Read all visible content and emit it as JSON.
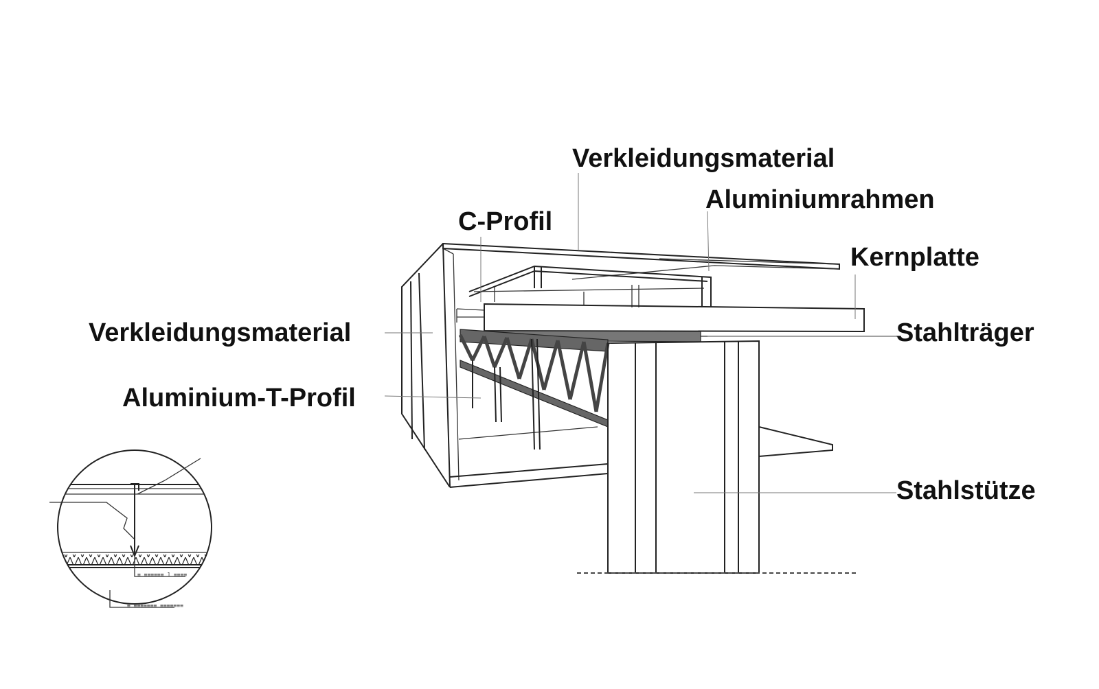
{
  "labels": {
    "verkleidung_top": "Verkleidungsmaterial",
    "aluminiumrahmen": "Aluminiumrahmen",
    "c_profil": "C-Profil",
    "kernplatte": "Kernplatte",
    "verkleidung_left": "Verkleidungsmaterial",
    "stahltraeger": "Stahlträger",
    "aluminium_t_profil": "Aluminium-T-Profil",
    "stahlstuetze": "Stahlstütze"
  },
  "detail": {
    "note_1": "≡ ≡≡≡≡≡≡ 1 ≡≡≡≡",
    "note_2": "≡ ≡≡≡≡≡≡≡ ≡≡≡≡≡≡≡"
  }
}
